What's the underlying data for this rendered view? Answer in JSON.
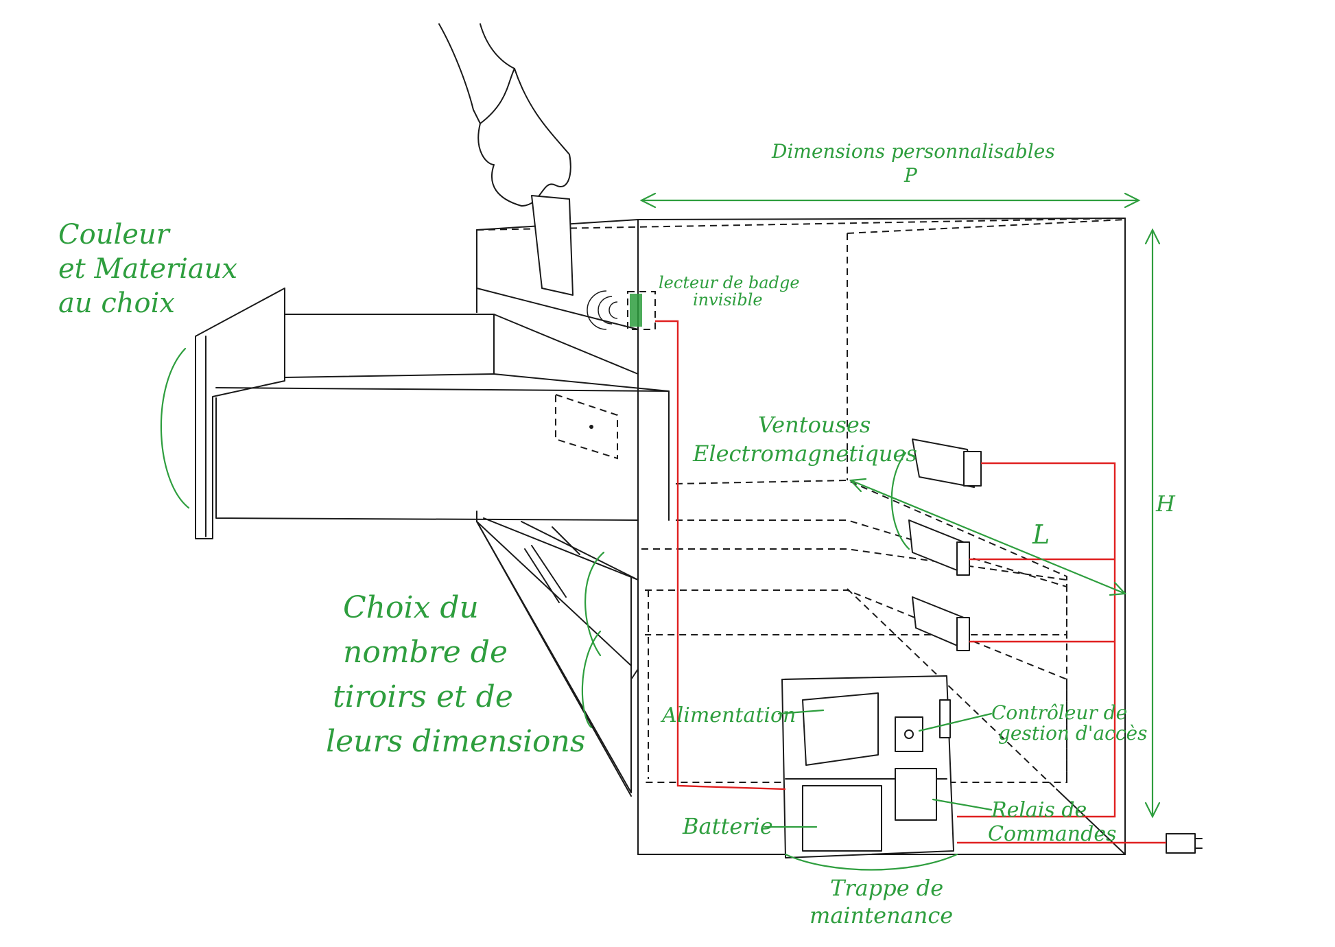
{
  "colors": {
    "annotation_green": "#2e9e3e",
    "wire_red": "#e02020",
    "ink": "#1a1a1a"
  },
  "labels": {
    "dimensions": "Dimensions personnalisables",
    "p": "P",
    "h": "H",
    "l": "L",
    "couleur": [
      "Couleur",
      "et Materiaux",
      "au choix"
    ],
    "lecteur": [
      "lecteur de badge",
      "invisible"
    ],
    "ventouses": [
      "Ventouses",
      "Electromagnetiques"
    ],
    "choix": [
      "Choix du",
      "nombre de",
      "tiroirs et de",
      "leurs dimensions"
    ],
    "alimentation": "Alimentation",
    "controleur": [
      "Contrôleur de",
      "gestion d'accès"
    ],
    "batterie": "Batterie",
    "relais": [
      "Relais de",
      "Commandes"
    ],
    "trappe": [
      "Trappe de",
      "maintenance"
    ]
  }
}
